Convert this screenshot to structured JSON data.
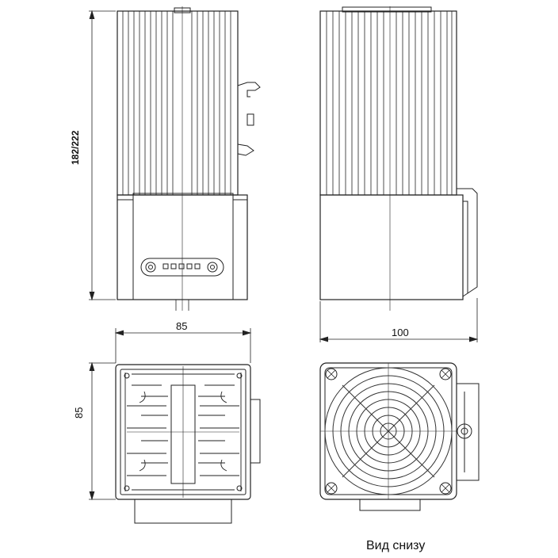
{
  "dimensions": {
    "height": "182/222",
    "width": "85",
    "depth": "100",
    "side": "85"
  },
  "caption": "Вид снизу",
  "colors": {
    "line": "#222222",
    "grid": "#555555",
    "background": "#ffffff"
  }
}
